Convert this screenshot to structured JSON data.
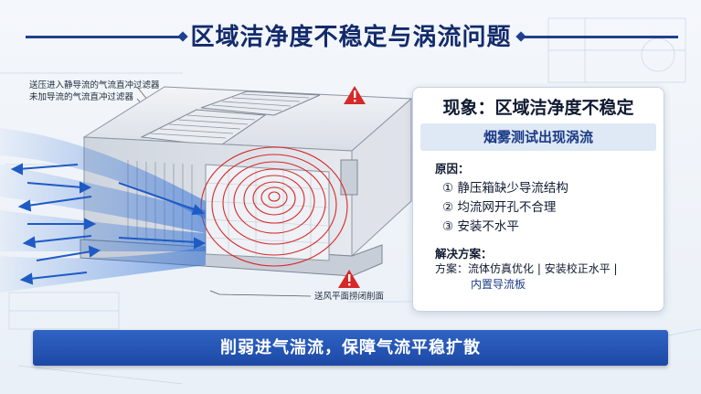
{
  "title": "区域洁净度不稳定与涡流问题",
  "callouts": {
    "left_1": "送压进入静导流的气流直冲过滤器",
    "left_2": "未加导流的气流直冲过滤器",
    "bottom": "送风平面捞闭削面"
  },
  "panel": {
    "title": "现象：区域洁净度不稳定",
    "subtitle": "烟雾测试出现涡流",
    "cause_heading": "原因：",
    "causes": [
      "① 静压箱缺少导流结构",
      "② 均流网开孔不合理",
      "③ 安装不水平"
    ],
    "solution_heading": "解决方案：",
    "solution_prefix": "方案：",
    "solution_line1": "流体仿真优化 | 安装校正水平 |",
    "solution_line2": "内置导流板"
  },
  "banner": "削弱进气湍流，保障气流平稳扩散",
  "icons": [
    "warning-triangle-icon",
    "warning-triangle-icon"
  ],
  "colors": {
    "accent": "#1d49a5",
    "vortex": "#d62828",
    "warning": "#d62828",
    "airflow": "#2a6dd6"
  }
}
